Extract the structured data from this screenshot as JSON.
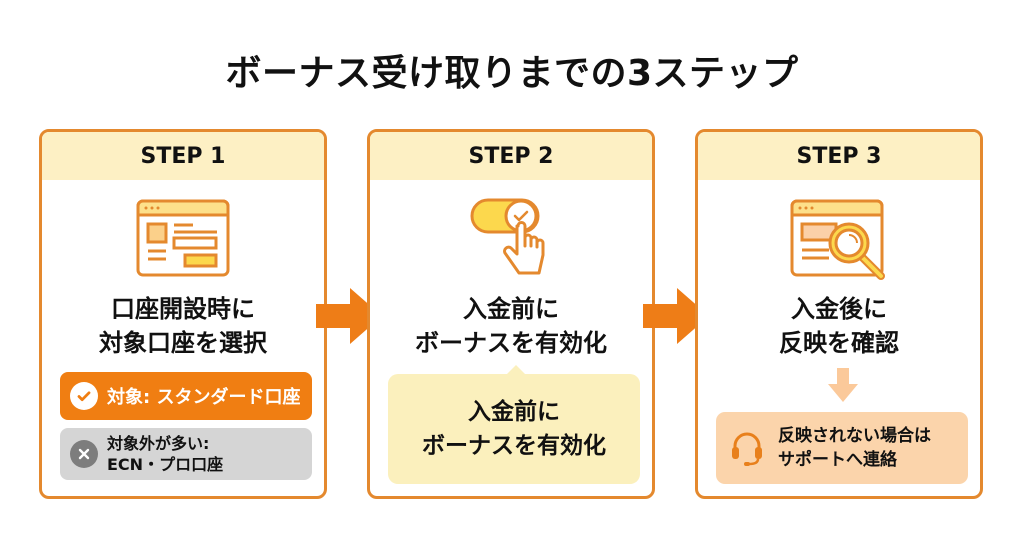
{
  "title": "ボーナス受け取りまでの3ステップ",
  "colors": {
    "border": "#e4892e",
    "header_bg": "#fdf0c4",
    "accent_orange": "#f07e12",
    "bubble_bg": "#fbf0bd",
    "support_bg": "#fbd4ab",
    "gray_pill": "#d5d5d5"
  },
  "steps": [
    {
      "label": "STEP 1",
      "icon": "browser-form-icon",
      "text_line1": "口座開設時に",
      "text_line2": "対象口座を選択",
      "ok": {
        "icon": "check-circle-icon",
        "text": "対象: スタンダード口座"
      },
      "ng": {
        "icon": "x-circle-icon",
        "text_line1": "対象外が多い:",
        "text_line2": "ECN・プロ口座"
      }
    },
    {
      "label": "STEP 2",
      "icon": "toggle-tap-icon",
      "text_line1": "入金前に",
      "text_line2": "ボーナスを有効化",
      "bubble_line1": "入金前に",
      "bubble_line2": "ボーナスを有効化"
    },
    {
      "label": "STEP 3",
      "icon": "browser-search-icon",
      "text_line1": "入金後に",
      "text_line2": "反映を確認",
      "support": {
        "icon": "headset-icon",
        "text_line1": "反映されない場合は",
        "text_line2": "サポートへ連絡"
      }
    }
  ],
  "connectors": [
    "right-arrow-icon",
    "right-arrow-icon"
  ]
}
